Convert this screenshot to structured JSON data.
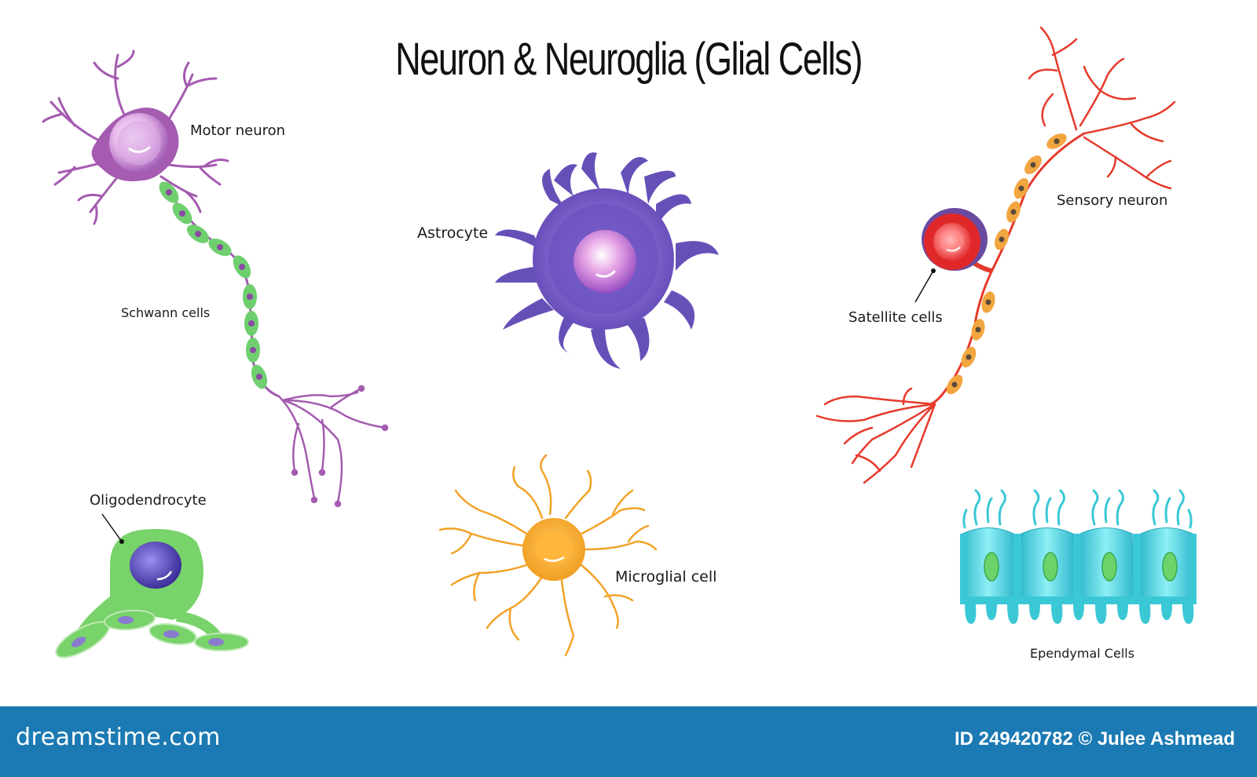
{
  "title": "Neuron & Neuroglia (Glial Cells)",
  "labels": {
    "motor_neuron": "Motor neuron",
    "schwann_cells": "Schwann cells",
    "astrocyte": "Astrocyte",
    "sensory_neuron": "Sensory neuron",
    "satellite_cells": "Satellite cells",
    "oligodendrocyte": "Oligodendrocyte",
    "microglial_cell": "Microglial cell",
    "ependymal_cells": "Ependymal Cells"
  },
  "footer": {
    "brand": "dreamstime.com",
    "credit": "ID 249420782 © Julee Ashmead"
  },
  "colors": {
    "motor_neuron": "#a45bb0",
    "schwann": "#6fcf6f",
    "astrocyte": "#6650b8",
    "sensory_neuron": "#e53a2b",
    "satellite": "#6a4aa0",
    "oligodendrocyte": "#78d36a",
    "microglia": "#f2a227",
    "ependymal": "#3ac8d6",
    "footer": "#1b7ab3"
  }
}
